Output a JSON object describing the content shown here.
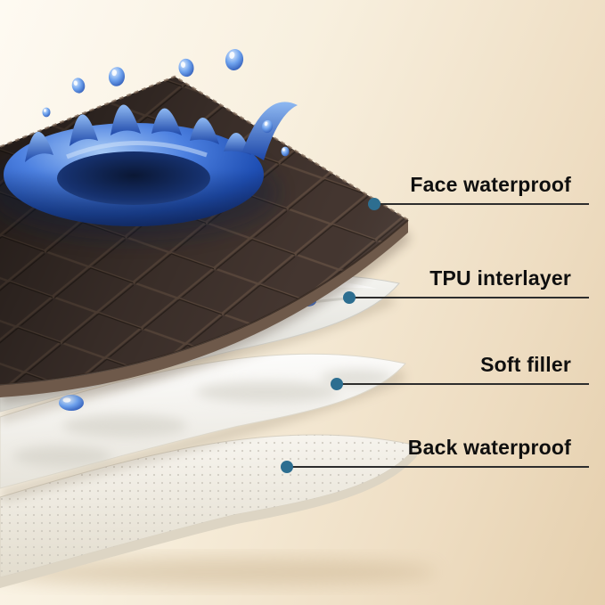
{
  "figure": {
    "layers": [
      {
        "id": "face-waterproof",
        "label": "Face waterproof"
      },
      {
        "id": "tpu-interlayer",
        "label": "TPU interlayer"
      },
      {
        "id": "soft-filler",
        "label": "Soft filler"
      },
      {
        "id": "back-waterproof",
        "label": "Back waterproof"
      }
    ]
  },
  "colors": {
    "background_light": "#fdf9ef",
    "background_dark": "#e7d2b0",
    "callout_dot": "#2d6e90",
    "callout_line": "#2d2d2d",
    "label_text": "#0f0f0f",
    "face_fabric_brown": "#44362e",
    "splash_blue": "#2f66d6"
  }
}
